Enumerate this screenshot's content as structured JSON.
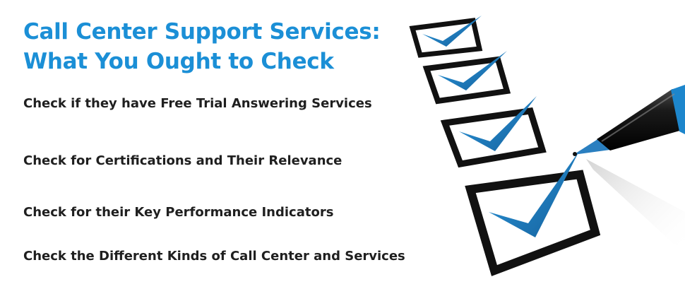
{
  "title": {
    "line1": "Call Center Support Services:",
    "line2": "What You Ought to Check"
  },
  "checklist": [
    {
      "text": "Check if they have Free Trial Answering Services"
    },
    {
      "text": "Check for Certifications and Their Relevance"
    },
    {
      "text": "Check for their Key Performance Indicators"
    },
    {
      "text": "Check the Different Kinds of Call Center and Services"
    }
  ],
  "colors": {
    "title": "#1b8fd6",
    "checkmark": "#1d86cc",
    "box_border": "#111111",
    "text": "#1f1f1f"
  },
  "icons": [
    "checkbox-checked-icon",
    "pen-icon"
  ]
}
